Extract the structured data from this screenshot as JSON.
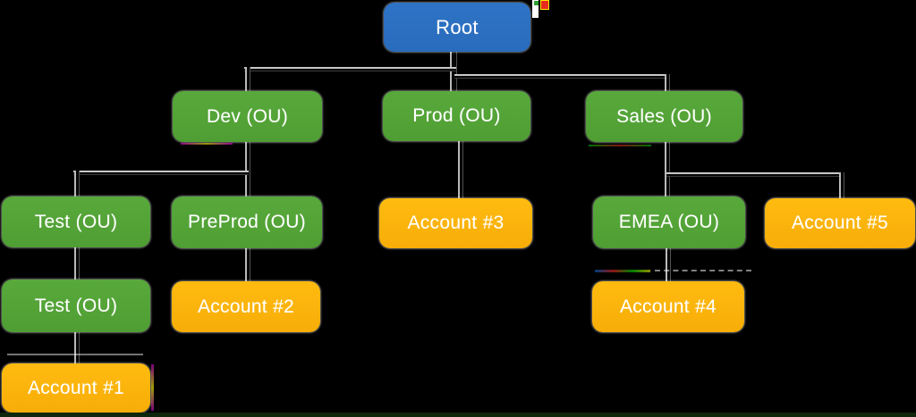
{
  "diagram": {
    "type": "org-chart",
    "description": "Organizations hierarchy: Root with OU and Account nodes",
    "edges": [
      [
        "root",
        "dev"
      ],
      [
        "root",
        "prod"
      ],
      [
        "root",
        "sales"
      ],
      [
        "dev",
        "test_l3"
      ],
      [
        "dev",
        "preprod"
      ],
      [
        "prod",
        "account3"
      ],
      [
        "sales",
        "emea"
      ],
      [
        "sales",
        "account5"
      ],
      [
        "test_l3",
        "test_l4"
      ],
      [
        "preprod",
        "account2"
      ],
      [
        "emea",
        "account4"
      ],
      [
        "test_l4",
        "account1"
      ]
    ]
  },
  "nodes": {
    "root": {
      "label": "Root",
      "type": "root"
    },
    "dev": {
      "label": "Dev (OU)",
      "type": "ou"
    },
    "prod": {
      "label": "Prod (OU)",
      "type": "ou"
    },
    "sales": {
      "label": "Sales (OU)",
      "type": "ou"
    },
    "test_l3": {
      "label": "Test (OU)",
      "type": "ou"
    },
    "preprod": {
      "label": "PreProd (OU)",
      "type": "ou"
    },
    "account3": {
      "label": "Account #3",
      "type": "account"
    },
    "emea": {
      "label": "EMEA (OU)",
      "type": "ou"
    },
    "account5": {
      "label": "Account #5",
      "type": "account"
    },
    "test_l4": {
      "label": "Test (OU)",
      "type": "ou"
    },
    "account2": {
      "label": "Account #2",
      "type": "account"
    },
    "account4": {
      "label": "Account #4",
      "type": "account"
    },
    "account1": {
      "label": "Account #1",
      "type": "account"
    }
  },
  "colors": {
    "root": "#2e73c6",
    "ou": "#4f9e33",
    "account": "#f7ad08",
    "text": "#ffffff",
    "background": "#000000"
  }
}
